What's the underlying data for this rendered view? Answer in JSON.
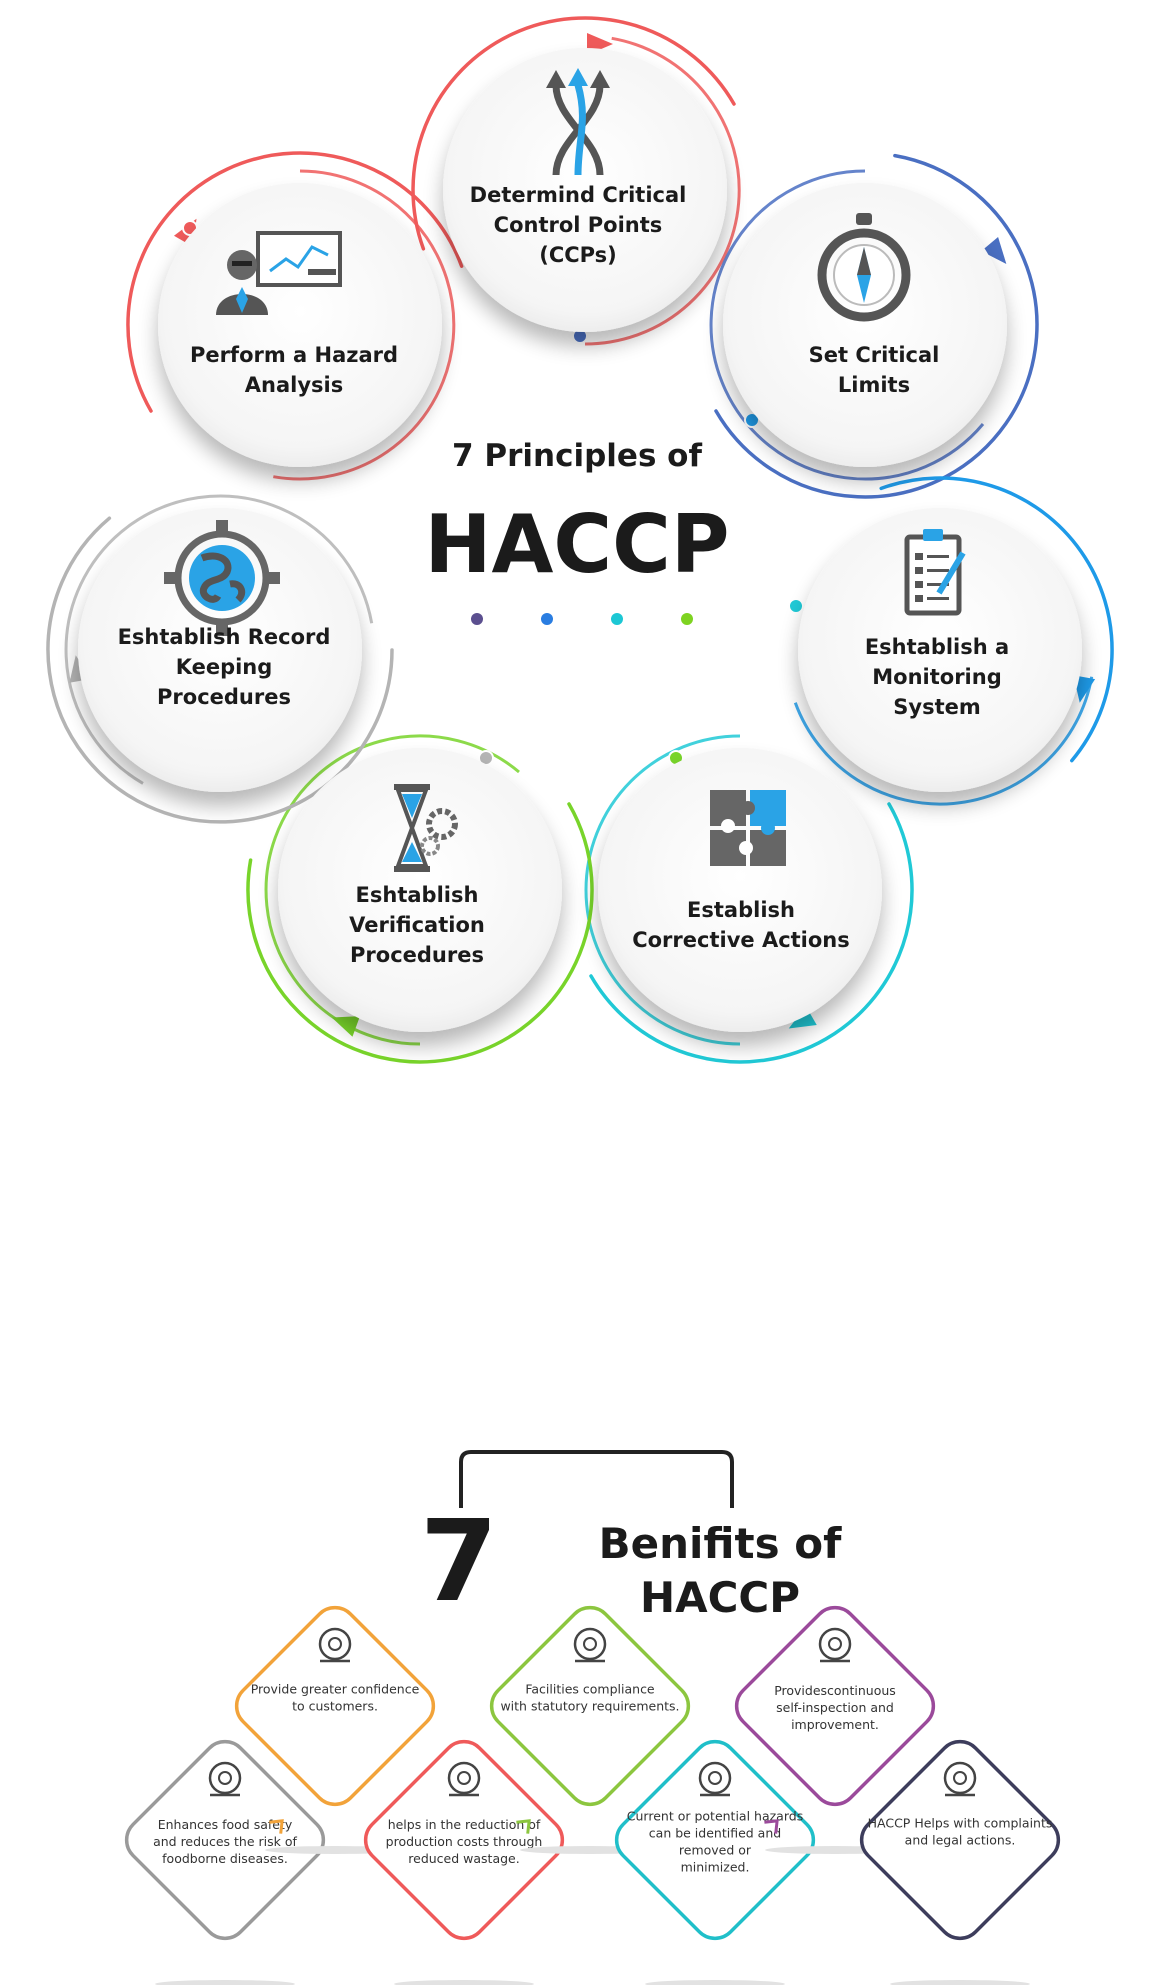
{
  "principles": {
    "heading_line1": "7 Principles of",
    "heading_line2": "HACCP",
    "dot_colors": [
      "#5b4f8f",
      "#2a7de1",
      "#1cc7d4",
      "#7ed321"
    ],
    "items": [
      {
        "lines": [
          "Determind Critical",
          "Control Points",
          "(CCPs)"
        ],
        "color": "#ef5a5a",
        "icon": "crossing-arrows-icon"
      },
      {
        "lines": [
          "Set Critical",
          "Limits"
        ],
        "color": "#4a6fc2",
        "icon": "compass-icon"
      },
      {
        "lines": [
          "Eshtablish a",
          "Monitoring",
          "System"
        ],
        "color": "#1e9ae8",
        "icon": "checklist-icon"
      },
      {
        "lines": [
          "Establish",
          "Corrective Actions"
        ],
        "color": "#20c9d6",
        "icon": "puzzle-icon"
      },
      {
        "lines": [
          "Eshtablish",
          "Verification",
          "Procedures"
        ],
        "color": "#78d42a",
        "icon": "hourglass-gear-icon"
      },
      {
        "lines": [
          "Eshtablish Record",
          "Keeping",
          "Procedures"
        ],
        "color": "#b4b4b4",
        "icon": "globe-target-icon"
      },
      {
        "lines": [
          "Perform a Hazard",
          "Analysis"
        ],
        "color": "#ef5a5a",
        "icon": "presenter-icon"
      }
    ]
  },
  "benefits": {
    "number": "7",
    "title_line1": "Benifits of",
    "title_line2": "HACCP",
    "items": [
      {
        "lines": [
          "Enhances food safety",
          "and reduces the risk of",
          "foodborne diseases."
        ],
        "color": "#9a9a9a",
        "icon": "flask-leaf-icon"
      },
      {
        "lines": [
          "Provide greater confidence",
          "to customers."
        ],
        "color": "#f2a33a",
        "icon": "head-target-icon"
      },
      {
        "lines": [
          "helps in the reduction of",
          "production costs through",
          "reduced wastage."
        ],
        "color": "#ef5a5a",
        "icon": "puzzle-leaf-icon"
      },
      {
        "lines": [
          "Facilities compliance",
          "with statutory requirements."
        ],
        "color": "#8cc63f",
        "icon": "clipboard-icon"
      },
      {
        "lines": [
          "Current or potential hazards",
          "can be identified and",
          "removed or",
          "minimized."
        ],
        "color": "#20bfc9",
        "icon": "magnifier-flask-icon"
      },
      {
        "lines": [
          "Providescontinuous",
          "self-inspection and",
          "improvement."
        ],
        "color": "#9b4a9b",
        "icon": "head-math-icon"
      },
      {
        "lines": [
          "HACCP Helps with complaints",
          "and legal actions."
        ],
        "color": "#3d3d5c",
        "icon": "book-icon"
      }
    ]
  }
}
